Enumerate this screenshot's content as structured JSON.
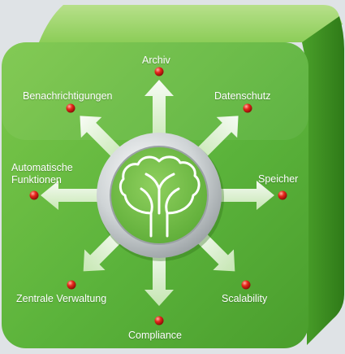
{
  "diagram": {
    "center_icon": "tree-icon",
    "labels": {
      "archiv": "Archiv",
      "datenschutz": "Datenschutz",
      "speicher": "Speicher",
      "scalability": "Scalability",
      "compliance": "Compliance",
      "zentrale_verwaltung": "Zentrale Verwaltung",
      "automatische_funktionen_line1": "Automatische",
      "automatische_funktionen_line2": "Funktionen",
      "benachrichtigungen": "Benachrichtigungen"
    },
    "colors": {
      "background": "#dfe3e6",
      "cube_front": "#5bb33b",
      "cube_top": "#8bcf55",
      "cube_side": "#3f8f22",
      "ring": "#c9ced1",
      "node": "#e2231a",
      "arrow": "#ffffff"
    }
  }
}
